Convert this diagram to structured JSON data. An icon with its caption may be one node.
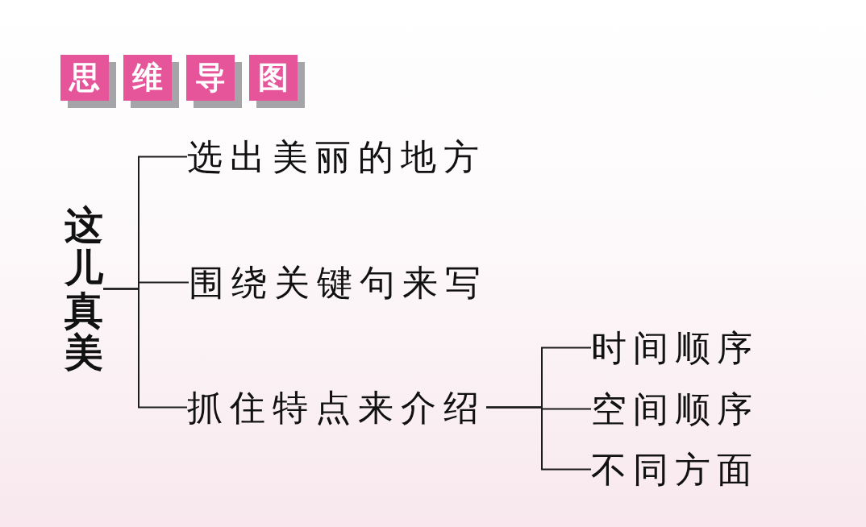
{
  "diagram": {
    "title": "思维导图",
    "nodes": [
      {
        "text": [
          "这儿真美"
        ]
      },
      {
        "text": [
          "选出美丽的地方"
        ]
      },
      {
        "text": [
          "围绕关键句来写"
        ]
      },
      {
        "text": [
          "抓住特点来介绍"
        ]
      },
      {
        "text": [
          "时间顺序"
        ]
      },
      {
        "text": [
          "空间顺序"
        ]
      },
      {
        "text": [
          "不同方面"
        ]
      }
    ],
    "edges": [
      {
        "from": 0,
        "to": 1,
        "arrow": "none"
      },
      {
        "from": 0,
        "to": 2,
        "arrow": "none"
      },
      {
        "from": 0,
        "to": 3,
        "arrow": "none"
      },
      {
        "from": 3,
        "to": 4,
        "arrow": "none"
      },
      {
        "from": 3,
        "to": 5,
        "arrow": "none"
      },
      {
        "from": 3,
        "to": 6,
        "arrow": "none"
      }
    ]
  }
}
